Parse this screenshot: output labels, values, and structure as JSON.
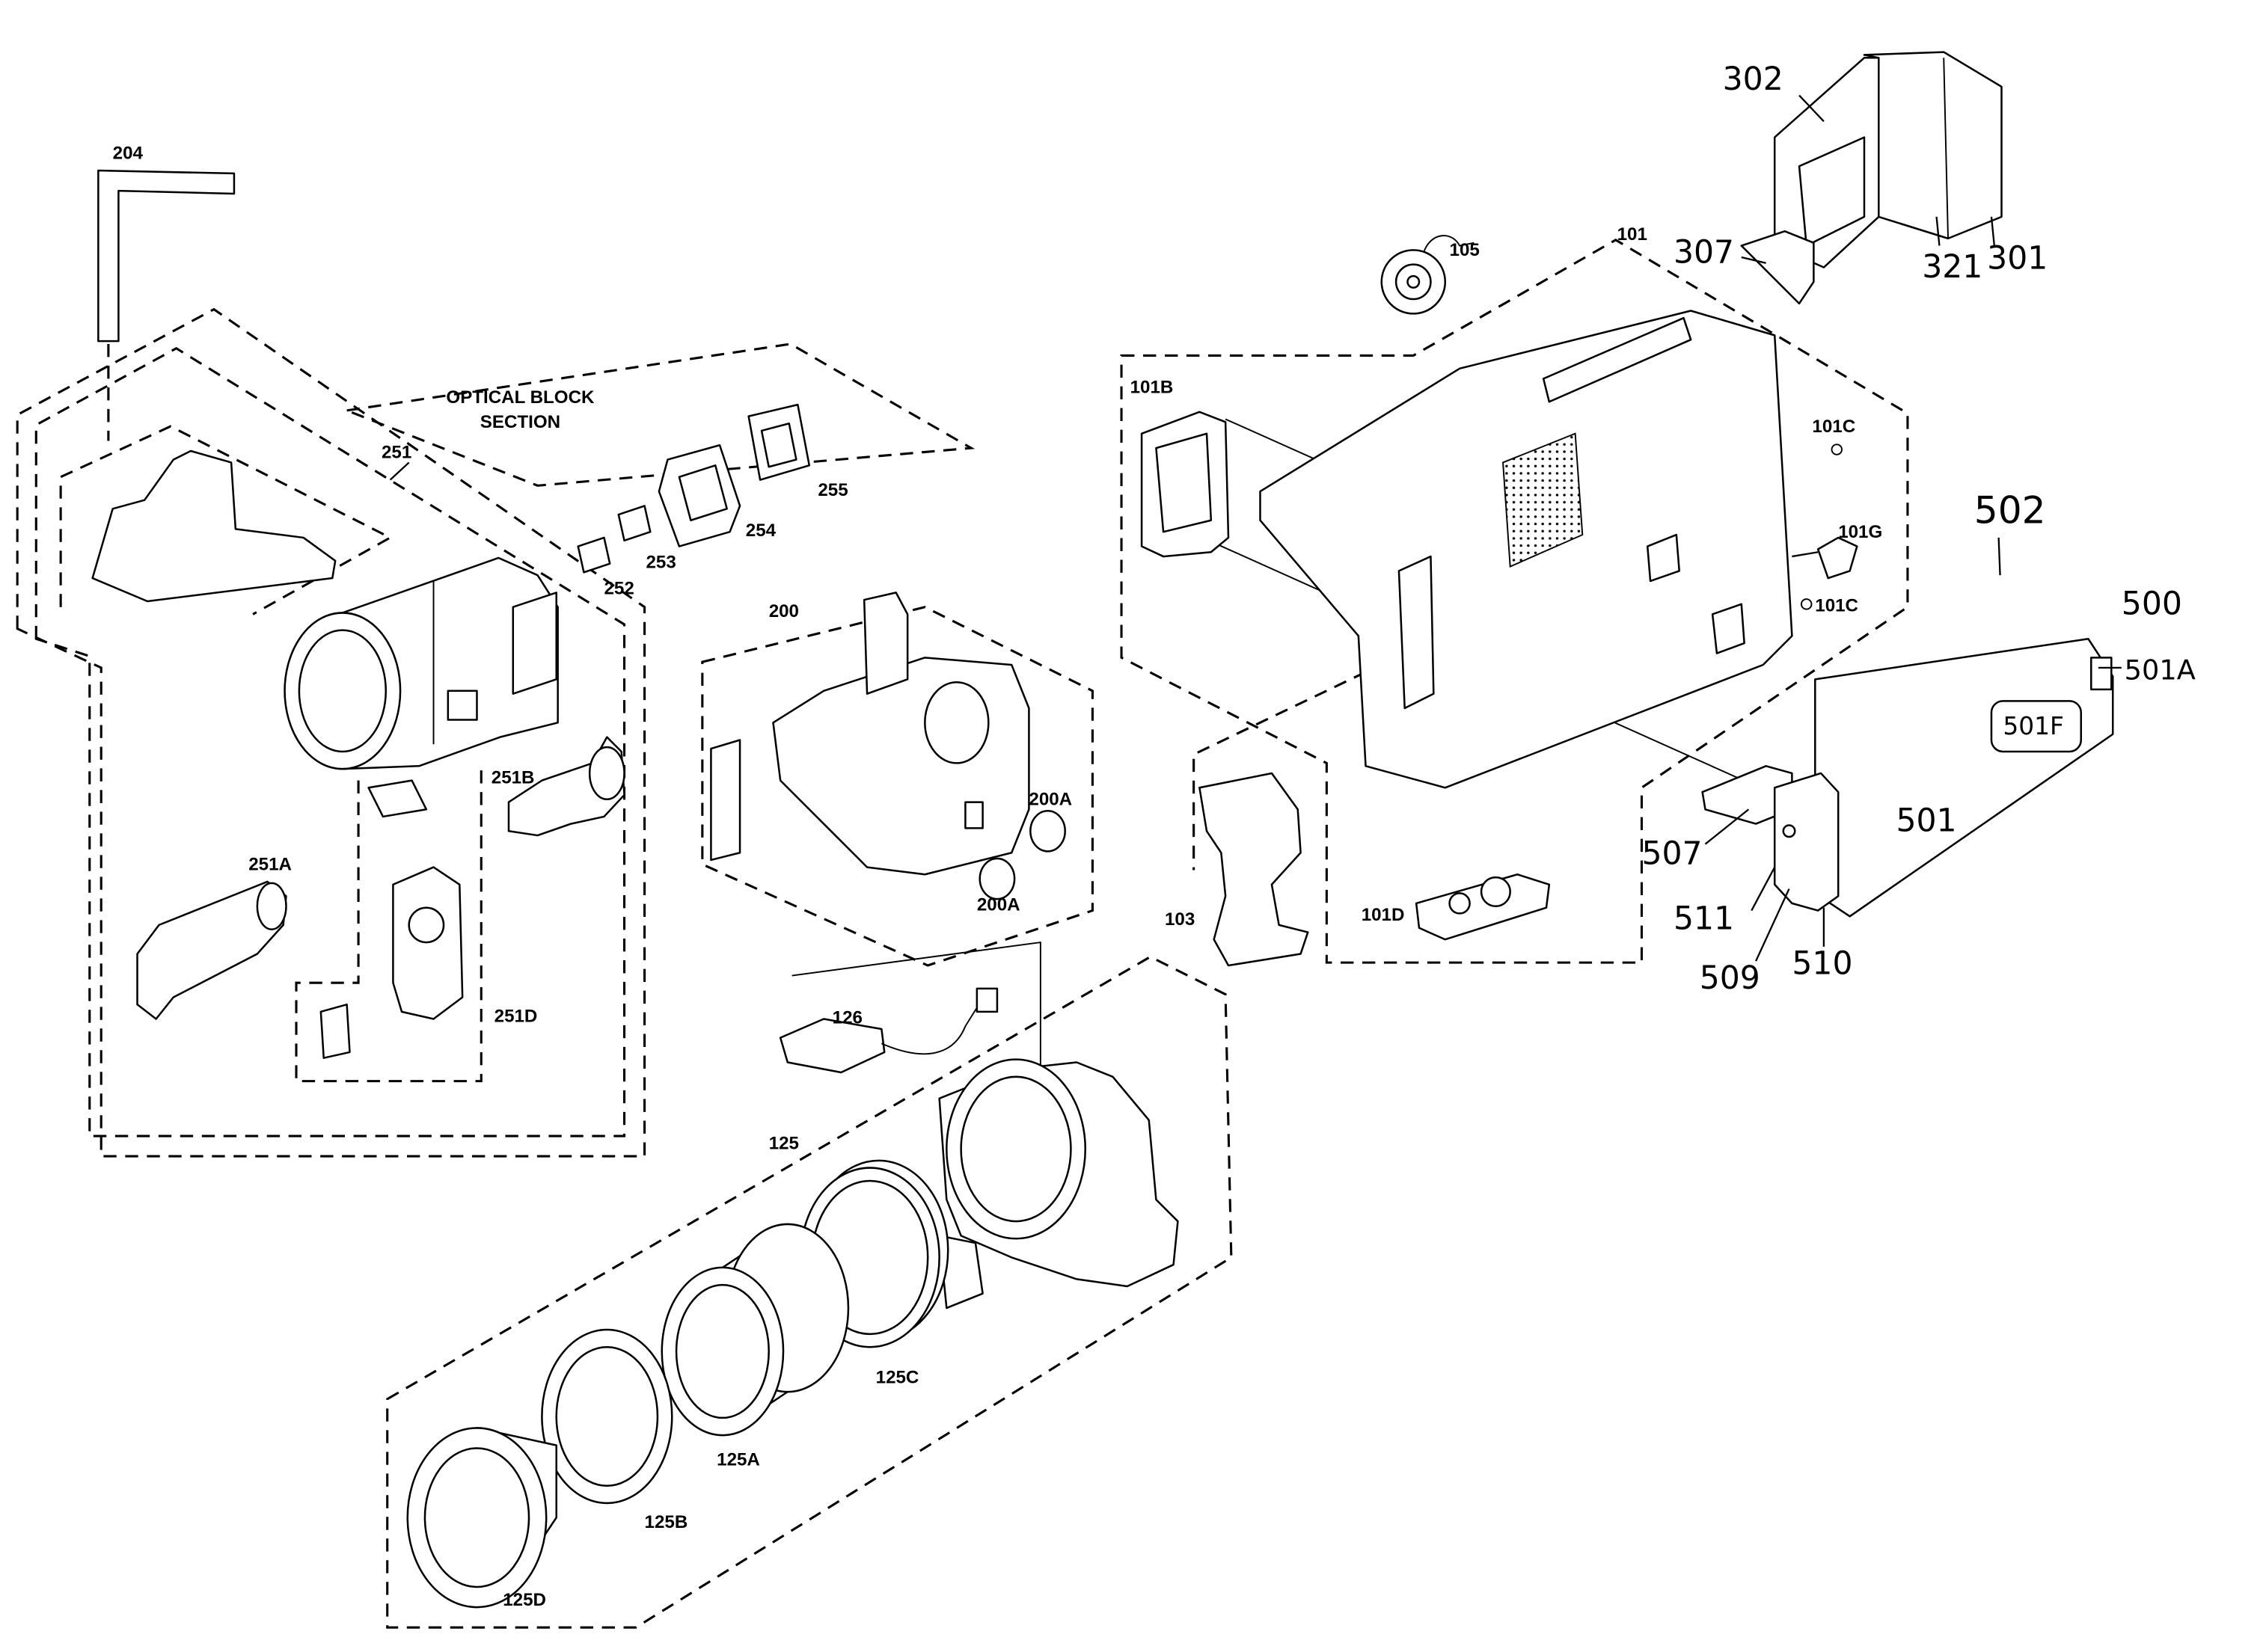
{
  "diagram": {
    "section_title": [
      "OPTICAL BLOCK",
      "SECTION"
    ],
    "labels": {
      "l204": "204",
      "l251": "251",
      "l252": "252",
      "l253": "253",
      "l254": "254",
      "l255": "255",
      "l200": "200",
      "l251B": "251B",
      "l200A_upper": "200A",
      "l251A": "251A",
      "l200A_lower": "200A",
      "l251D": "251D",
      "l126": "126",
      "l125": "125",
      "l125C": "125C",
      "l125A": "125A",
      "l125B": "125B",
      "l125D": "125D",
      "l103": "103",
      "l105": "105",
      "l101": "101",
      "l101B": "101B",
      "l101C_upper": "101C",
      "l101G": "101G",
      "l101C_lower": "101C",
      "l101D": "101D",
      "l302": "302",
      "l307": "307",
      "l321": "321",
      "l301": "301",
      "l502": "502",
      "l500": "500",
      "l501A": "501A",
      "l501F": "501F",
      "l501": "501",
      "l507": "507",
      "l511": "511",
      "l509": "509",
      "l510": "510"
    }
  }
}
